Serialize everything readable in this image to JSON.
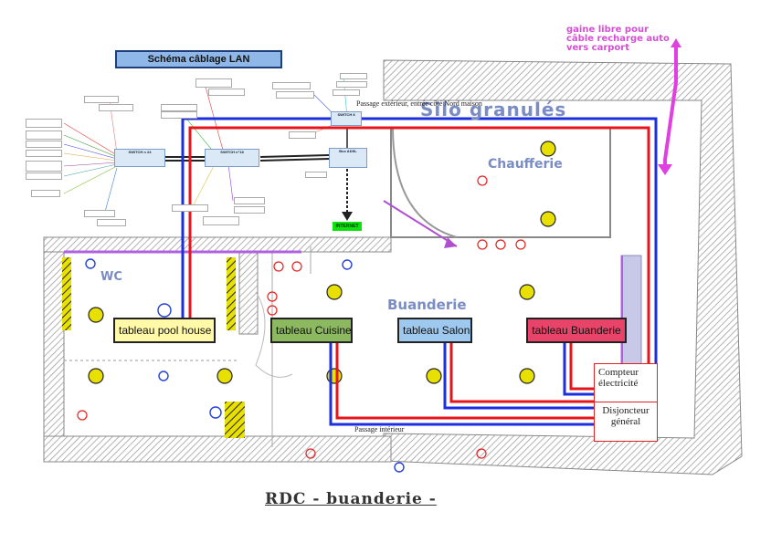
{
  "lan_schema": {
    "title": "Schéma câblage LAN",
    "switch_left": "SWITCH n 24",
    "switch_mid": "SWITCH n°18",
    "switch_top": "SWITCH 8",
    "box_adsl": "Box ADSL",
    "internet": "INTERNET"
  },
  "labels": {
    "passage_exterieur": "Passage extérieur, entrée côté Nord maison",
    "passage_interieur": "Passage intérieur",
    "gaine": [
      "gaine libre pour",
      "câble recharge auto",
      "vers carport"
    ],
    "silo": "Silo granulés",
    "chaufferie": "Chaufferie",
    "buanderie": "Buanderie",
    "wc": "WC",
    "bottom_title": "RDC - buanderie -"
  },
  "panels": {
    "pool_house": "tableau pool house",
    "cuisine": "tableau Cuisine",
    "salon": "tableau Salon",
    "buanderie": "tableau Buanderie"
  },
  "meter": {
    "compteur": "Compteur électricité",
    "disjoncteur": "Disjoncteur général"
  },
  "colors": {
    "pool_house": "#fff9a8",
    "cuisine": "#8cb860",
    "salon": "#9fc8ee",
    "buanderie": "#e8446a",
    "wire_red": "#e8141c",
    "wire_blue": "#1b2ee0",
    "wire_pink": "#e040e0"
  }
}
